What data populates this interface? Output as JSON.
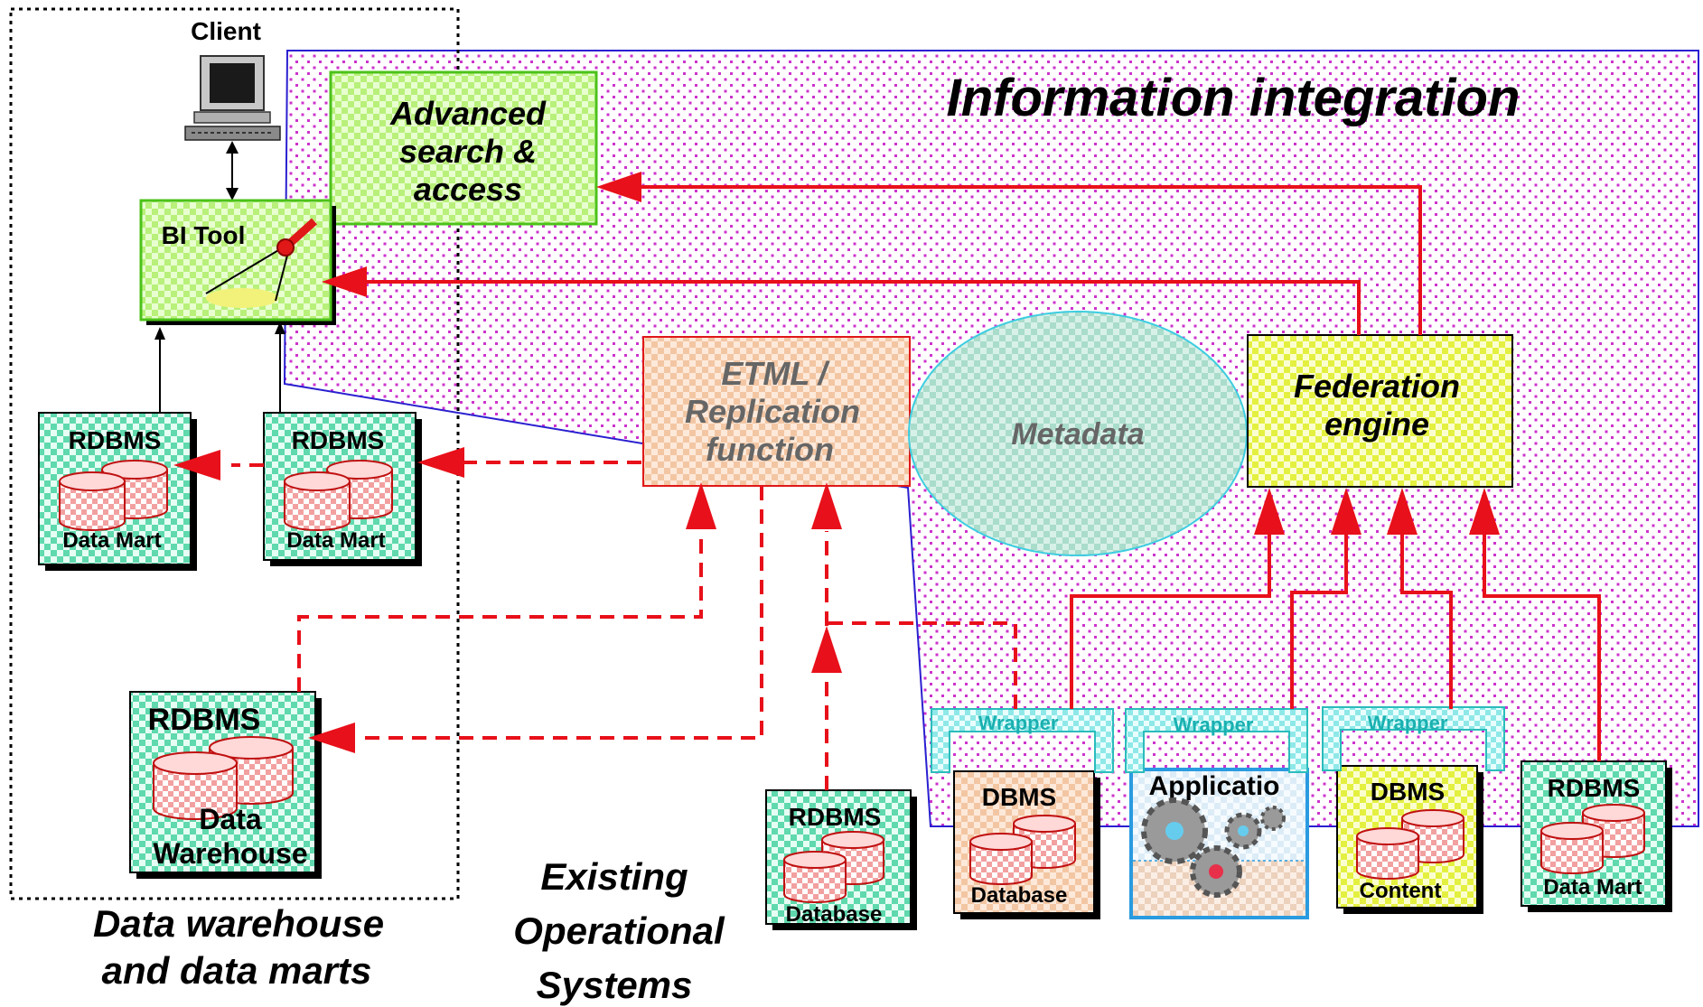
{
  "title": "Information integration",
  "client_label": "Client",
  "search_box": [
    "Advanced",
    "search &",
    "access"
  ],
  "bi_tool_label": "BI Tool",
  "etml_box": [
    "ETML /",
    "Replication",
    "function"
  ],
  "metadata_label": "Metadata",
  "federation_box": [
    "Federation",
    "engine"
  ],
  "rdbms_label": "RDBMS",
  "dbms_label": "DBMS",
  "data_mart_label": "Data Mart",
  "data_warehouse_label": [
    "Data",
    "Warehouse"
  ],
  "database_label": "Database",
  "content_label": "Content",
  "application_label": "Applicatio",
  "wrapper_label": "Wrapper",
  "dw_caption": [
    "Data warehouse",
    "and data marts"
  ],
  "existing_caption": [
    "Existing",
    "Operational",
    "Systems"
  ],
  "colors": {
    "region_border": "#2a1fd0",
    "region_dots": "#cc33cc",
    "flow_arrow": "#e8101a",
    "green_box": "#7ddc3a",
    "teal_box": "#58d6a8",
    "peach_box": "#f5c9a6",
    "yellow_box": "#e8f03a",
    "wrapper": "#5ad6d6",
    "checker_red": "#e83030"
  }
}
